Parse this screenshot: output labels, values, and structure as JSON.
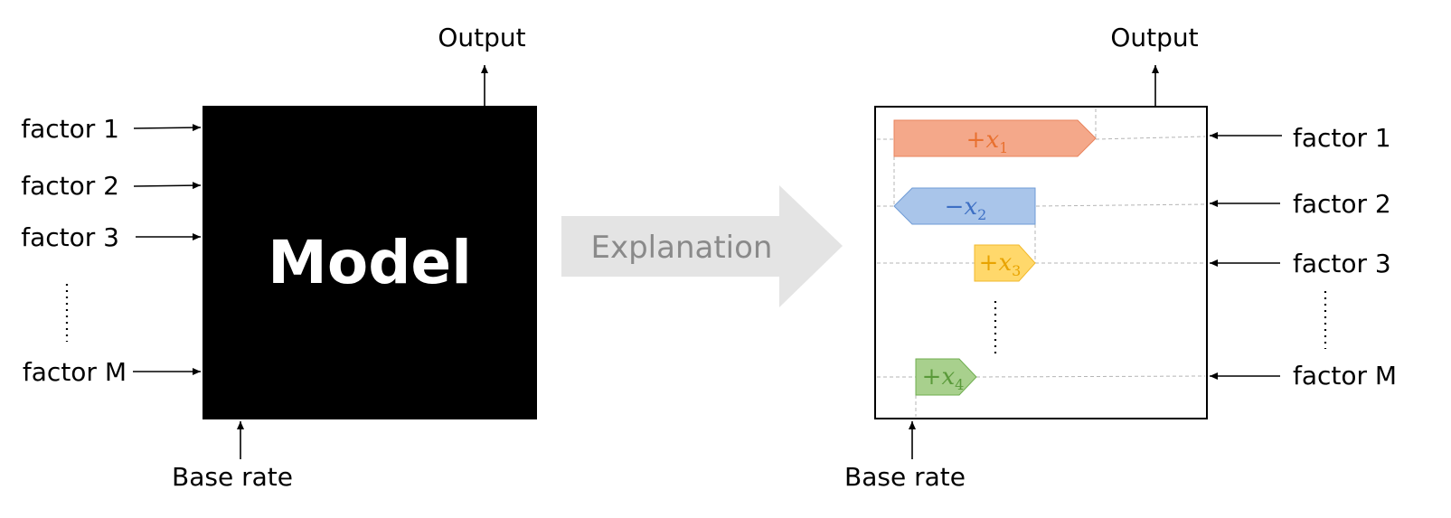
{
  "left_model": {
    "title": "Model",
    "output_label": "Output",
    "base_rate_label": "Base rate",
    "factors": [
      "factor 1",
      "factor 2",
      "factor 3",
      "factor M"
    ],
    "box_color": "#000000"
  },
  "explanation_arrow": {
    "label": "Explanation",
    "color": "#e4e4e4"
  },
  "right_explanation": {
    "output_label": "Output",
    "base_rate_label": "Base rate",
    "factors": [
      "factor 1",
      "factor 2",
      "factor 3",
      "factor M"
    ],
    "contributions": [
      {
        "sign": "+",
        "var": "x",
        "sub": "1",
        "fill": "#f4a88a",
        "stroke": "#e8835c",
        "text_color": "#e8702f",
        "direction": "right"
      },
      {
        "sign": "−",
        "var": "x",
        "sub": "2",
        "fill": "#a9c5ea",
        "stroke": "#6f9bd6",
        "text_color": "#3d6fc4",
        "direction": "left"
      },
      {
        "sign": "+",
        "var": "x",
        "sub": "3",
        "fill": "#ffd86b",
        "stroke": "#f2b92c",
        "text_color": "#e8a300",
        "direction": "right"
      },
      {
        "sign": "+",
        "var": "x",
        "sub": "4",
        "fill": "#a8d08d",
        "stroke": "#6fae4f",
        "text_color": "#5a9a3a",
        "direction": "right"
      }
    ]
  }
}
